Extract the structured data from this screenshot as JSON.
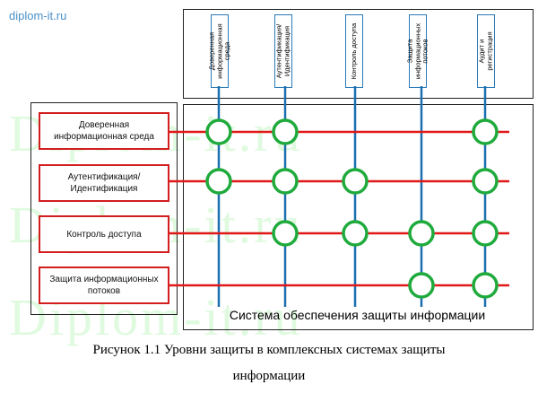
{
  "watermark": {
    "url": "diplom-it.ru",
    "lines": [
      "Diplom-it.ru",
      "Diplom-it.ru",
      "Diplom-it.ru"
    ]
  },
  "columns": [
    {
      "label": "Доверенная\nинформационная\nсреда"
    },
    {
      "label": "Аутентификация/\nИдентификация"
    },
    {
      "label": "Контроль доступа"
    },
    {
      "label": "Защита\nинформационных\nпотоков"
    },
    {
      "label": "Аудит и\nрегистрация"
    }
  ],
  "rows": [
    {
      "label": "Доверенная\nинформационная среда"
    },
    {
      "label": "Аутентификация/\nИдентификация"
    },
    {
      "label": "Контроль доступа"
    },
    {
      "label": "Защита информационных\nпотоков"
    }
  ],
  "intersections": [
    [
      true,
      true,
      false,
      false,
      true
    ],
    [
      true,
      true,
      true,
      false,
      true
    ],
    [
      false,
      true,
      true,
      true,
      true
    ],
    [
      false,
      false,
      false,
      true,
      true
    ]
  ],
  "system_title": "Система обеспечения защиты информации",
  "caption": {
    "line1": "Рисунок 1.1 Уровни защиты в комплексных системах защиты",
    "line2": "информации"
  },
  "colors": {
    "row_line": "#e01818",
    "column_line": "#1a6fb0",
    "circle_stroke": "#1faa3c",
    "watermark": "#6ee66e"
  }
}
